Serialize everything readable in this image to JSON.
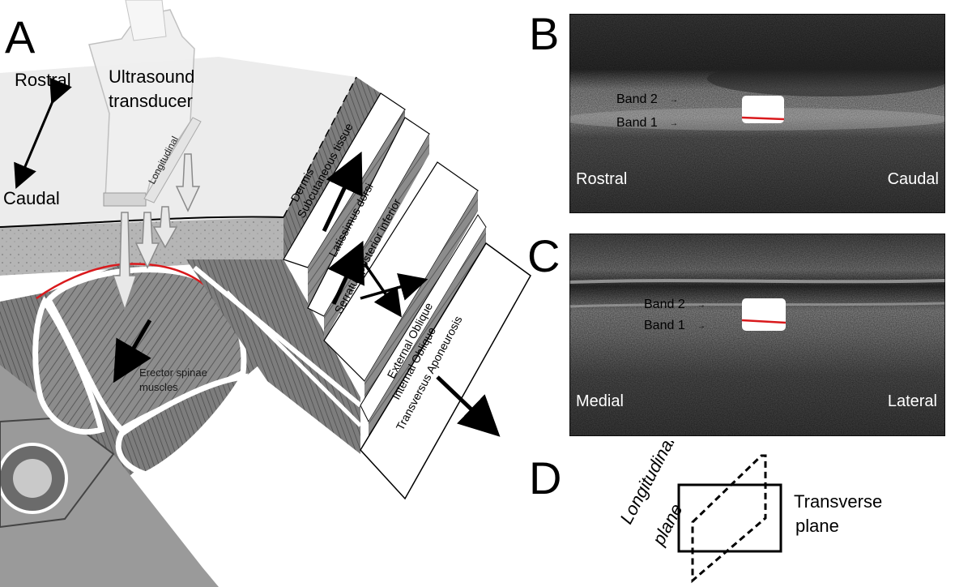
{
  "panel_a": {
    "letter": "A",
    "direction_top": "Rostral",
    "direction_bottom": "Caudal",
    "transducer_line1": "Ultrasound",
    "transducer_line2": "transducer",
    "probe_orientation": "Longitudinal",
    "layers": {
      "dermis": "Dermis",
      "subcutaneous": "Subcutaneous tissue",
      "latissimus": "Latissimus dorsi",
      "serratus": "Serratus posterior inferior",
      "external_oblique": "External Oblique",
      "internal_oblique": "Internal Oblique",
      "transversus": "Transversus Aponeurosis"
    },
    "muscle_line1": "Erector spinae",
    "muscle_line2": "muscles"
  },
  "panel_b": {
    "letter": "B",
    "band2": "Band 2",
    "band1": "Band 1",
    "left_label": "Rostral",
    "right_label": "Caudal"
  },
  "panel_c": {
    "letter": "C",
    "band2": "Band 2",
    "band1": "Band 1",
    "left_label": "Medial",
    "right_label": "Lateral"
  },
  "panel_d": {
    "letter": "D",
    "longitudinal_line1": "Longitudinal",
    "longitudinal_line2": "plane",
    "transverse_line1": "Transverse",
    "transverse_line2": "plane"
  },
  "colors": {
    "red_line": "#d9191c",
    "arrow": "#000000",
    "ultrasound_bg": "#3a3a3a"
  }
}
